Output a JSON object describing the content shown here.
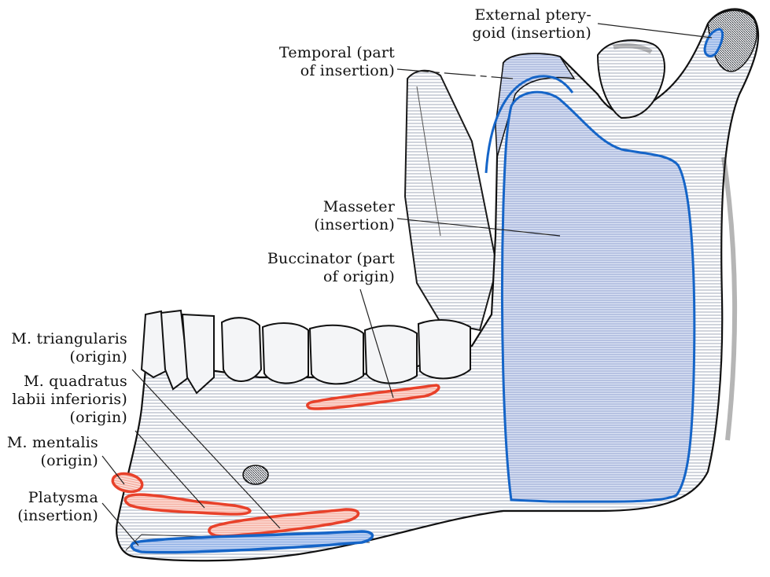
{
  "figure": {
    "subject": "Mandible, outer surface, side view — muscle attachments",
    "colors": {
      "origin": "#e8412a",
      "insertion": "#1565c8",
      "bone_shade": "#6f7580",
      "masseter_fill": "#c9d4ec",
      "temporal_fill": "#b9c6e6",
      "leader_line": "#222222"
    }
  },
  "labels": {
    "external_pterygoid": {
      "line1": "External ptery-",
      "line2": "goid (insertion)"
    },
    "temporal": {
      "line1": "Temporal (part",
      "line2": "of insertion)"
    },
    "masseter": {
      "line1": "Masseter",
      "line2": "(insertion)"
    },
    "buccinator": {
      "line1": "Buccinator (part",
      "line2": "of origin)"
    },
    "triangularis": {
      "line1": "M. triangularis",
      "line2": "(origin)"
    },
    "quadratus": {
      "line1": "M. quadratus",
      "line2": "labii inferioris)",
      "line3": "(origin)"
    },
    "mentalis": {
      "line1": "M. mentalis",
      "line2": "(origin)"
    },
    "platysma": {
      "line1": "Platysma",
      "line2": "(insertion)"
    }
  },
  "legend_semantics": {
    "red_outline": "origin",
    "blue_outline": "insertion"
  }
}
